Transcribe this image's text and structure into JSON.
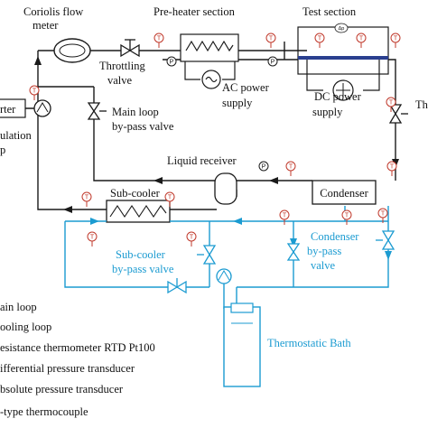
{
  "colors": {
    "main_loop": "#1a1a1a",
    "cooling_loop": "#1b9bd1",
    "thermometer": "#c0392b",
    "heater_bar": "#2a3f8f"
  },
  "sensors": {
    "thermometer_symbol": "T",
    "pressure_symbol": "P",
    "differential_symbol": "Δp"
  },
  "labels": {
    "coriolis_line1": "Coriolis flow",
    "coriolis_line2": "meter",
    "preheater": "Pre-heater section",
    "test_section": "Test section",
    "throttling_line1": "Throttling",
    "throttling_line2": "valve",
    "ac_line1": "AC power",
    "ac_line2": "supply",
    "dc_line1": "DC power",
    "dc_line2": "supply",
    "main_bypass_line1": "Main loop",
    "main_bypass_line2": "by-pass valve",
    "starter_fragment": "rter",
    "circulation_fragment": "ulation",
    "pump_fragment": "p",
    "throttle_right_fragment": "Th",
    "liquid_receiver": "Liquid receiver",
    "condenser": "Condenser",
    "subcooler": "Sub-cooler",
    "subcooler_bypass_line1": "Sub-cooler",
    "subcooler_bypass_line2": "by-pass valve",
    "condenser_bypass_line1": "Condenser",
    "condenser_bypass_line2": "by-pass",
    "condenser_bypass_line3": "valve",
    "thermostatic_bath": "Thermostatic Bath"
  },
  "legend": {
    "main_loop": "ain loop",
    "cooling_loop": "ooling loop",
    "rtd": "esistance thermometer RTD Pt100",
    "differential": "ifferential pressure transducer",
    "absolute": "bsolute pressure transducer",
    "thermocouple": "-type thermocouple"
  }
}
